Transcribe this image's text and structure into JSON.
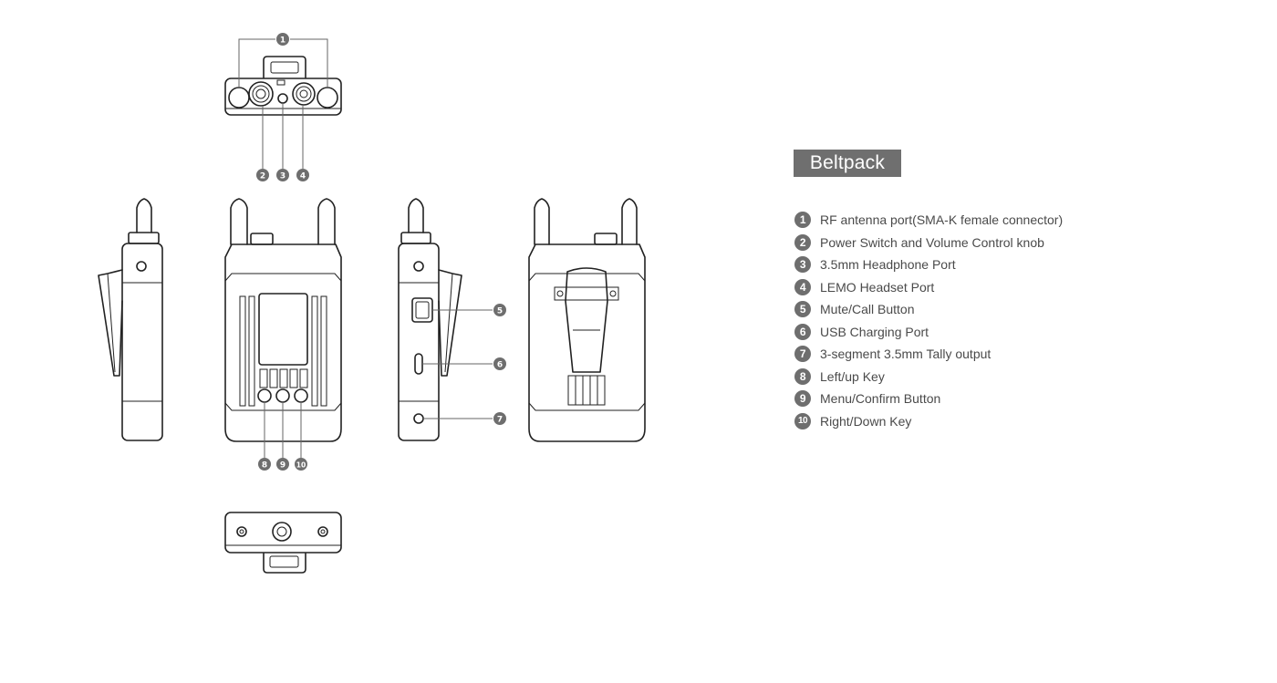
{
  "title": "Beltpack",
  "legend": [
    {
      "num": "1",
      "label": "RF antenna port(SMA-K female connector)"
    },
    {
      "num": "2",
      "label": "Power Switch and Volume Control knob"
    },
    {
      "num": "3",
      "label": "3.5mm Headphone Port"
    },
    {
      "num": "4",
      "label": "LEMO Headset Port"
    },
    {
      "num": "5",
      "label": "Mute/Call Button"
    },
    {
      "num": "6",
      "label": "USB Charging Port"
    },
    {
      "num": "7",
      "label": "3-segment 3.5mm Tally output"
    },
    {
      "num": "8",
      "label": "Left/up Key"
    },
    {
      "num": "9",
      "label": "Menu/Confirm Button"
    },
    {
      "num": "10",
      "label": "Right/Down Key"
    }
  ],
  "callouts": {
    "c1": "1",
    "c2": "2",
    "c3": "3",
    "c4": "4",
    "c5": "5",
    "c6": "6",
    "c7": "7",
    "c8": "8",
    "c9": "9",
    "c10": "10"
  },
  "colors": {
    "badge": "#6e6e6e",
    "line": "#222222",
    "text": "#4a4a4a"
  }
}
